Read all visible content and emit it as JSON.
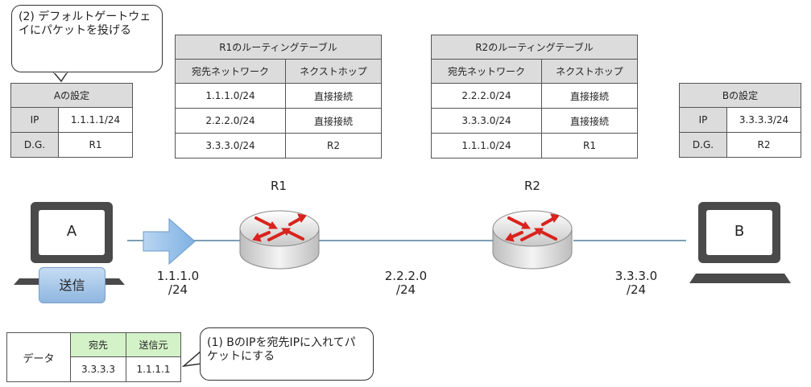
{
  "bubble_top": "(2) デフォルトゲートウェイにパケットを投げる",
  "bubble_bottom": "(1) BのIPを宛先IPに入れてパケットにする",
  "a_settings": {
    "title": "Aの設定",
    "ip_label": "IP",
    "ip_value": "1.1.1.1/24",
    "dg_label": "D.G.",
    "dg_value": "R1"
  },
  "b_settings": {
    "title": "Bの設定",
    "ip_label": "IP",
    "ip_value": "3.3.3.3/24",
    "dg_label": "D.G.",
    "dg_value": "R2"
  },
  "r1_table": {
    "title": "R1のルーティングテーブル",
    "col_dest": "宛先ネットワーク",
    "col_next": "ネクストホップ",
    "rows": [
      {
        "dest": "1.1.1.0/24",
        "next": "直接接続"
      },
      {
        "dest": "2.2.2.0/24",
        "next": "直接接続"
      },
      {
        "dest": "3.3.3.0/24",
        "next": "R2"
      }
    ]
  },
  "r2_table": {
    "title": "R2のルーティングテーブル",
    "col_dest": "宛先ネットワーク",
    "col_next": "ネクストホップ",
    "rows": [
      {
        "dest": "2.2.2.0/24",
        "next": "直接接続"
      },
      {
        "dest": "3.3.3.0/24",
        "next": "直接接続"
      },
      {
        "dest": "1.1.1.0/24",
        "next": "R1"
      }
    ]
  },
  "routers": {
    "r1": "R1",
    "r2": "R2"
  },
  "pcs": {
    "a": "A",
    "b": "B"
  },
  "send_button": "送信",
  "networks": {
    "n1": {
      "addr": "1.1.1.0",
      "prefix": "/24"
    },
    "n2": {
      "addr": "2.2.2.0",
      "prefix": "/24"
    },
    "n3": {
      "addr": "3.3.3.0",
      "prefix": "/24"
    }
  },
  "data_table": {
    "label": "データ",
    "col_dest": "宛先",
    "col_src": "送信元",
    "dest_value": "3.3.3.3",
    "src_value": "1.1.1.1"
  }
}
